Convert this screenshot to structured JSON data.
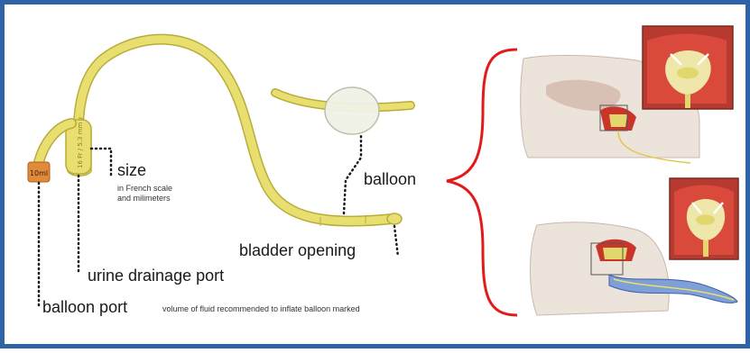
{
  "labels": {
    "size": "size",
    "size_note_line1": "in French scale",
    "size_note_line2": "and milimeters",
    "balloon": "balloon",
    "bladder_opening": "bladder opening",
    "urine_drainage_port": "urine drainage port",
    "balloon_port": "balloon port",
    "balloon_port_note": "volume of fluid recommended to inflate balloon marked"
  },
  "markings": {
    "balloon_port_volume": "10ml",
    "size_marking": "16 Fr / 5.3 mm"
  },
  "colors": {
    "frame": "#2e63a8",
    "catheter": "#e8df70",
    "catheter_outline": "#b8ad3a",
    "balloon_port_cap": "#e08a3c",
    "bracket": "#e11b1b",
    "balloon_fill": "#f1f2e6"
  }
}
